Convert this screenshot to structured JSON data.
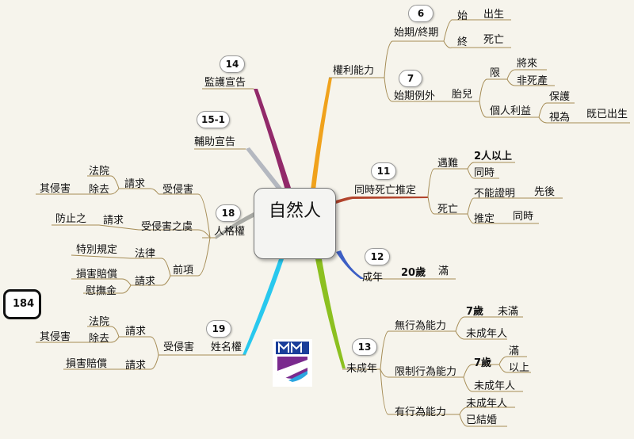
{
  "page": {
    "number": "184"
  },
  "center": {
    "title": "自然人"
  },
  "branches": {
    "rights": {
      "label": "權利能力",
      "period": {
        "badge": "6",
        "label": "始期/終期",
        "start": "始",
        "start_event": "出生",
        "end": "終",
        "end_event": "死亡"
      },
      "exception": {
        "badge": "7",
        "label": "始期例外",
        "fetus": "胎兒",
        "limit": "限",
        "future": "將來",
        "non_stillbirth": "非死產",
        "personal_interest": "個人利益",
        "protect": "保護",
        "deem": "視為",
        "already_born": "既已出生"
      }
    },
    "simultaneous_death": {
      "badge": "11",
      "label": "同時死亡推定",
      "disaster": "遇難",
      "two_plus": "2人以上",
      "same_time": "同時",
      "death": "死亡",
      "cannot_prove": "不能證明",
      "order": "先後",
      "presume": "推定",
      "same_time_2": "同時"
    },
    "adult": {
      "badge": "12",
      "label": "成年",
      "age": "20歲",
      "full": "滿"
    },
    "minor": {
      "badge": "13",
      "label": "未成年",
      "no_capacity": {
        "label": "無行為能力",
        "age": "7歲",
        "under": "未滿",
        "minor": "未成年人"
      },
      "limited_capacity": {
        "label": "限制行為能力",
        "age": "7歲",
        "full": "滿",
        "above": "以上",
        "minor": "未成年人"
      },
      "full_capacity": {
        "label": "有行為能力",
        "minor": "未成年人",
        "married": "已結婚"
      }
    },
    "name_right": {
      "badge": "19",
      "label": "姓名權",
      "infringed": "受侵害",
      "request1": "請求",
      "remove": "除去",
      "stop": "法院",
      "its_infringement": "其侵害",
      "request2": "請求",
      "damages": "損害賠償"
    },
    "personality": {
      "badge": "18",
      "label": "人格權",
      "infringed": "受侵害",
      "request1": "請求",
      "court": "法院",
      "remove": "除去",
      "its_infringement": "其侵害",
      "danger": "受侵害之虞",
      "request2": "請求",
      "prevent": "防止之",
      "premise": "前項",
      "law": "法律",
      "special": "特別規定",
      "request3": "請求",
      "damages": "損害賠償",
      "solatium": "慰撫金"
    },
    "assistance": {
      "badge": "15-1",
      "label": "輔助宣告"
    },
    "guardianship": {
      "badge": "14",
      "label": "監護宣告"
    }
  },
  "colors": {
    "rights": "#f0a21c",
    "simultaneous_death": "#b2442c",
    "adult": "#3d5fc4",
    "minor": "#8cc020",
    "name_right": "#28c8ee",
    "personality": "#a8a9a4",
    "assistance": "#b4b8c0",
    "guardianship": "#922a6a",
    "text_branch": "#a58c55"
  }
}
